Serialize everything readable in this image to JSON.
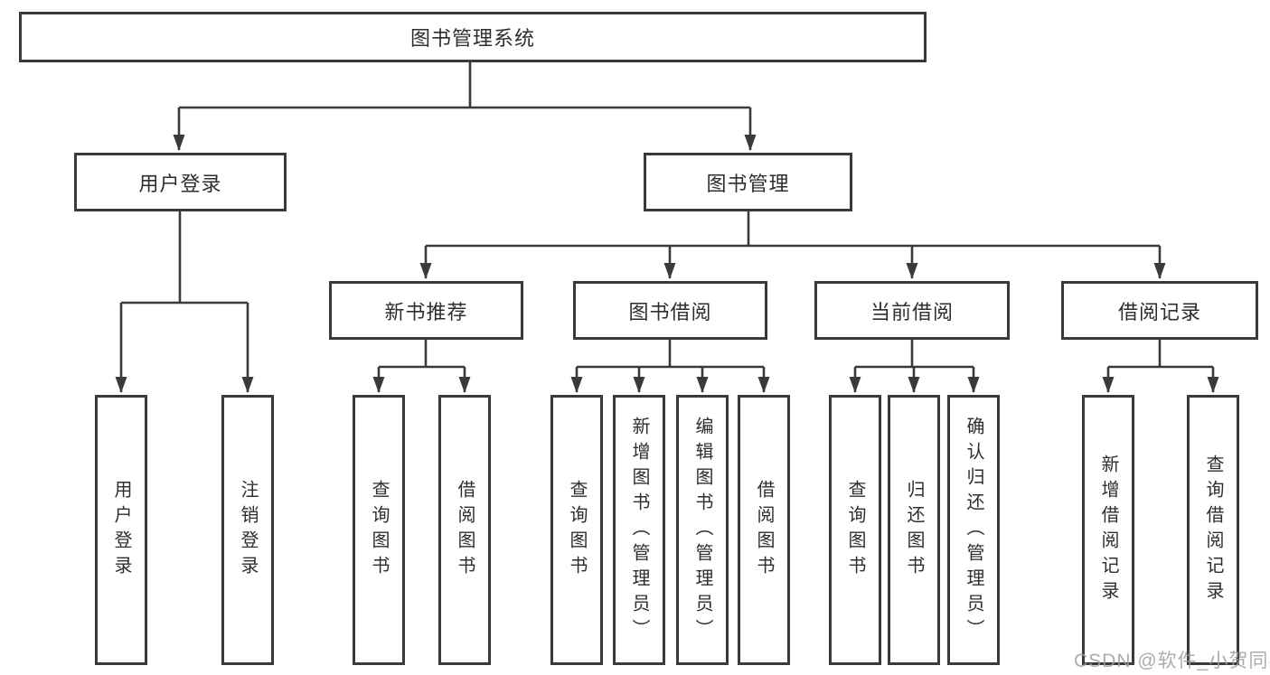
{
  "diagram": {
    "title_node": {
      "label": "图书管理系统"
    },
    "level2": [
      {
        "id": "user-login",
        "label": "用户登录"
      },
      {
        "id": "book-management",
        "label": "图书管理"
      }
    ],
    "level3": [
      {
        "id": "new-book-recommend",
        "label": "新书推荐"
      },
      {
        "id": "book-borrow",
        "label": "图书借阅"
      },
      {
        "id": "current-borrow",
        "label": "当前借阅"
      },
      {
        "id": "borrow-records",
        "label": "借阅记录"
      }
    ],
    "leaves": {
      "user_login": [
        "用户登录",
        "注销登录"
      ],
      "new_book": [
        "查询图书",
        "借阅图书"
      ],
      "borrow": [
        "查询图书",
        "新增图书（管理员）",
        "编辑图书（管理员）",
        "借阅图书"
      ],
      "current": [
        "查询图书",
        "归还图书",
        "确认归还（管理员）"
      ],
      "records": [
        "新增借阅记录",
        "查询借阅记录"
      ]
    },
    "colors": {
      "line": "#3a3a3a",
      "text": "#2e2e2e",
      "box_background": "#ffffff",
      "watermark": "#9e9e9e"
    },
    "watermark": "CSDN @软件_小贺同学"
  }
}
